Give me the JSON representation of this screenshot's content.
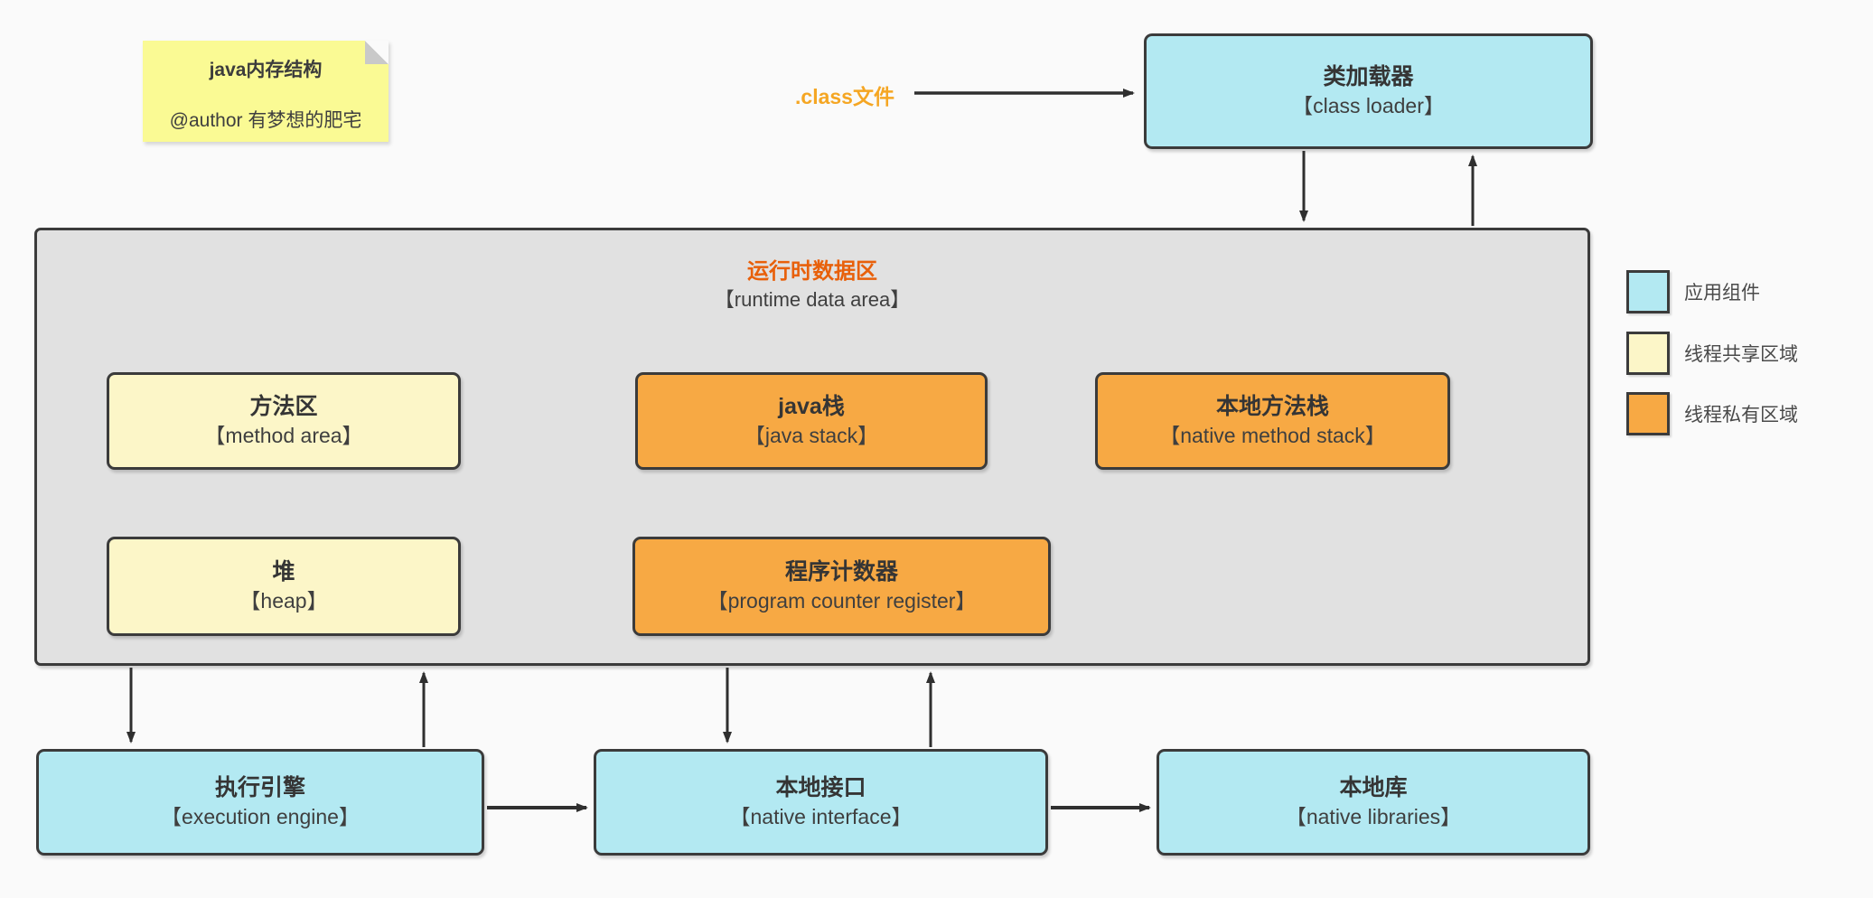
{
  "note": {
    "title": "java内存结构",
    "author": "@author 有梦想的肥宅"
  },
  "class_file_label": ".class文件",
  "nodes": {
    "class_loader": {
      "title": "类加载器",
      "subtitle": "【class loader】",
      "category": "应用组件"
    },
    "runtime_data_area": {
      "title": "运行时数据区",
      "subtitle": "【runtime data area】",
      "category": "容器"
    },
    "method_area": {
      "title": "方法区",
      "subtitle": "【method area】",
      "category": "线程共享区域"
    },
    "java_stack": {
      "title": "java栈",
      "subtitle": "【java stack】",
      "category": "线程私有区域"
    },
    "native_method_stack": {
      "title": "本地方法栈",
      "subtitle": "【native method stack】",
      "category": "线程私有区域"
    },
    "heap": {
      "title": "堆",
      "subtitle": "【heap】",
      "category": "线程共享区域"
    },
    "program_counter": {
      "title": "程序计数器",
      "subtitle": "【program counter register】",
      "category": "线程私有区域"
    },
    "execution_engine": {
      "title": "执行引擎",
      "subtitle": "【execution engine】",
      "category": "应用组件"
    },
    "native_interface": {
      "title": "本地接口",
      "subtitle": "【native interface】",
      "category": "应用组件"
    },
    "native_libraries": {
      "title": "本地库",
      "subtitle": "【native libraries】",
      "category": "应用组件"
    }
  },
  "edges": [
    {
      "from": ".class文件",
      "to": "类加载器"
    },
    {
      "from": "类加载器",
      "to": "运行时数据区"
    },
    {
      "from": "运行时数据区",
      "to": "类加载器"
    },
    {
      "from": "运行时数据区",
      "to": "执行引擎"
    },
    {
      "from": "执行引擎",
      "to": "运行时数据区"
    },
    {
      "from": "运行时数据区",
      "to": "本地接口"
    },
    {
      "from": "本地接口",
      "to": "运行时数据区"
    },
    {
      "from": "执行引擎",
      "to": "本地接口"
    },
    {
      "from": "本地接口",
      "to": "本地库"
    }
  ],
  "legend": {
    "items": [
      {
        "label": "应用组件",
        "color": "#b3e9f2"
      },
      {
        "label": "线程共享区域",
        "color": "#fcf6c8"
      },
      {
        "label": "线程私有区域",
        "color": "#f7a944"
      }
    ]
  },
  "colors": {
    "background": "#fafafa",
    "note_yellow": "#fafa94",
    "box_cyan": "#b3e9f2",
    "box_yellow": "#fcf6c8",
    "box_orange": "#f7a944",
    "runtime_fill": "#e1e1e1",
    "border": "#3b3b3b",
    "accent_orange_label": "#f5a623",
    "runtime_title_orange": "#e8600a",
    "text_dark": "#383838"
  }
}
